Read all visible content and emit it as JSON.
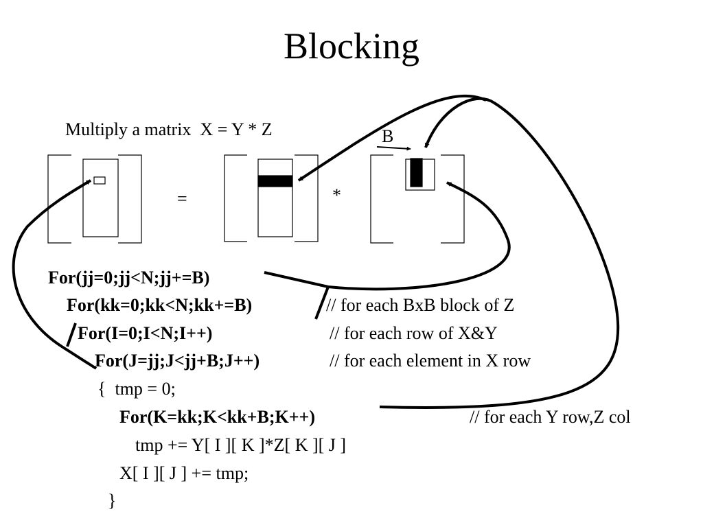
{
  "slide": {
    "title": "Blocking",
    "subtitle": "Multiply a matrix  X = Y * Z",
    "equals_sign": "=",
    "times_sign": "*",
    "block_label": "B"
  },
  "code": {
    "line1": "For(jj=0;jj<N;jj+=B)",
    "line2": "For(kk=0;kk<N;kk+=B)",
    "line3": "For(I=0;I<N;I++)",
    "line4": "For(J=jj;J<jj+B;J++)",
    "line5": "{  tmp = 0;",
    "line6": "For(K=kk;K<kk+B;K++)",
    "line7": "tmp += Y[ I ][ K ]*Z[ K ][ J ]",
    "line8": "X[ I ][ J ] += tmp;",
    "line9": "}"
  },
  "comments": {
    "c2": "// for each BxB block of Z",
    "c3": "// for each row of X&Y",
    "c4": "// for each element in X row",
    "c6": "// for each Y row,Z col"
  },
  "colors": {
    "ink": "#000000",
    "background": "#ffffff"
  }
}
